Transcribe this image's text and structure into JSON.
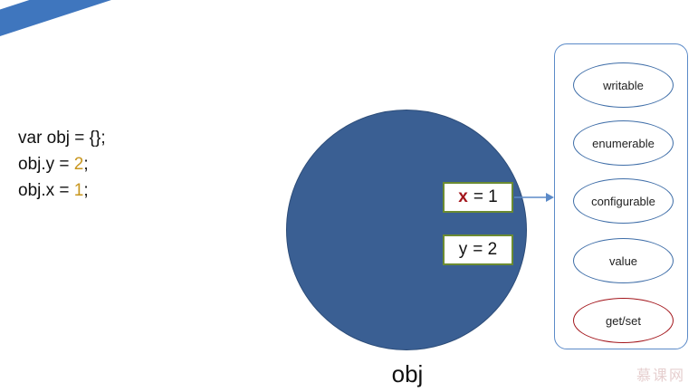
{
  "banner": {
    "title": "对象结构"
  },
  "code": {
    "line1": "var obj = {};",
    "line2_prefix": "obj.y = ",
    "line2_value": "2",
    "line2_suffix": ";",
    "line3_prefix": "obj.x = ",
    "line3_value": "1",
    "line3_suffix": ";"
  },
  "object": {
    "label": "obj",
    "props": [
      {
        "key": "x",
        "value": "= 1"
      },
      {
        "key": "y",
        "value": "= 2"
      }
    ]
  },
  "attributes": [
    "writable",
    "enumerable",
    "configurable",
    "value",
    "get/set"
  ],
  "colors": {
    "circle": "#3a5f93",
    "banner": "#3f76be",
    "number": "#c8961e",
    "highlight": "#a3161c",
    "prop_border": "#6b8b32",
    "oval_border": "#3f6ea8"
  },
  "watermark": "慕课网"
}
